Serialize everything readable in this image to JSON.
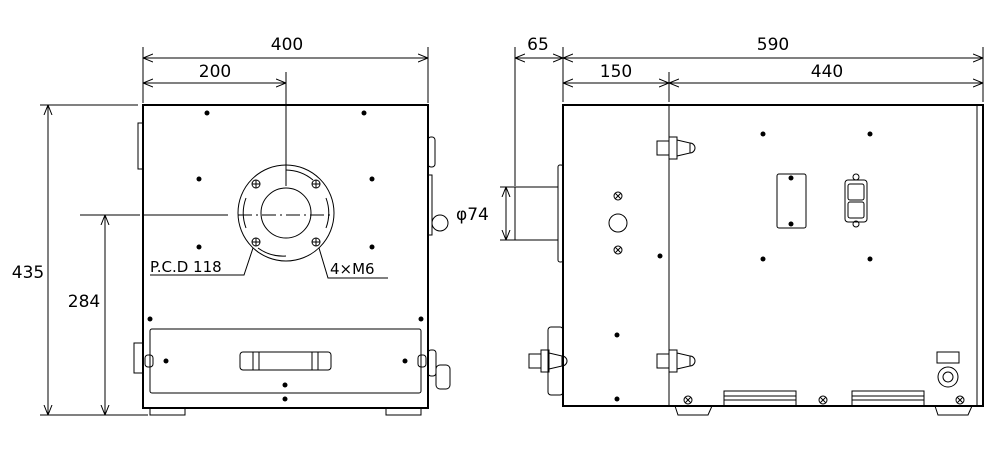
{
  "front_view": {
    "width_dim": "400",
    "center_dim": "200",
    "height_dim": "435",
    "center_height_dim": "284",
    "pcd_label": "P.C.D 118",
    "bolt_label": "4×M6"
  },
  "side_view": {
    "flange_depth_dim": "65",
    "total_depth_dim": "590",
    "front_section_dim": "150",
    "rear_section_dim": "440",
    "port_diameter_dim": "φ74"
  }
}
